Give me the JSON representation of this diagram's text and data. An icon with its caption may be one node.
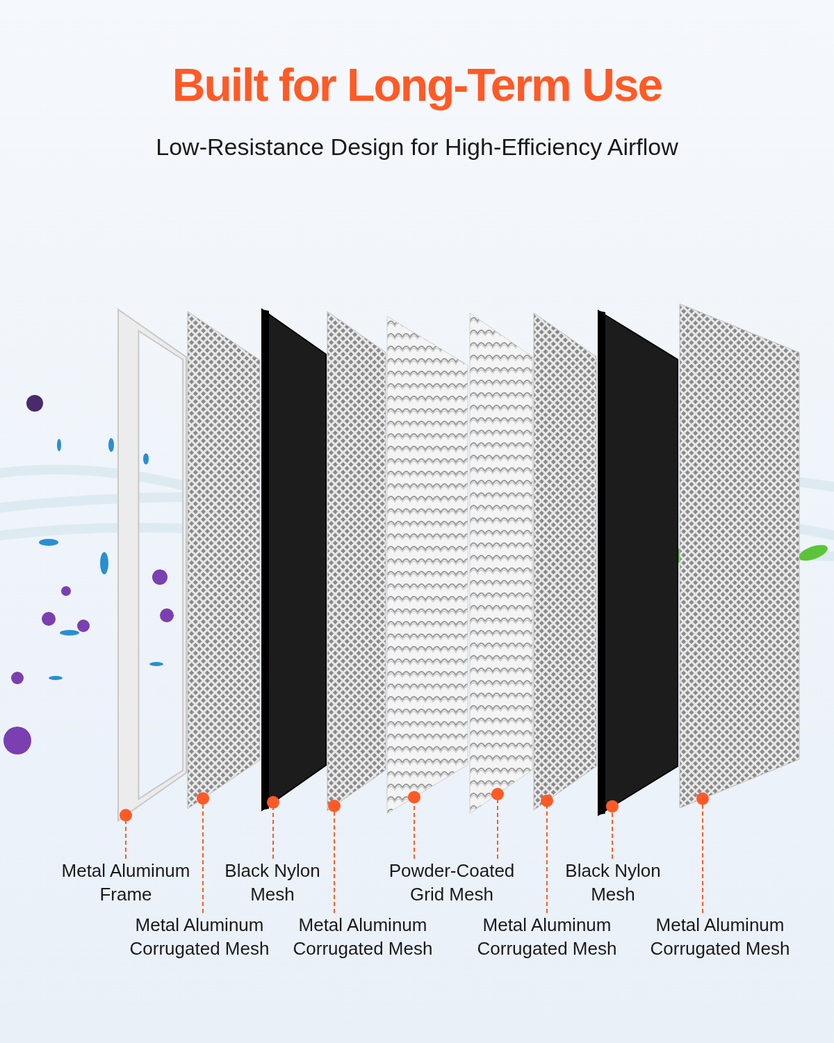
{
  "diagram": {
    "title": "Built for Long-Term Use",
    "nodes": [
      {
        "text": [],
        "shape": "picture"
      },
      {
        "text": [],
        "shape": "picture"
      },
      {
        "text": [],
        "shape": "picture"
      },
      {
        "text": [],
        "shape": "picture"
      },
      {
        "text": [],
        "shape": "picture"
      },
      {
        "text": [],
        "shape": "picture"
      },
      {
        "text": [],
        "shape": "picture"
      },
      {
        "text": [],
        "shape": "picture"
      },
      {
        "text": [],
        "shape": "picture"
      },
      {
        "text": [
          "Metal Aluminum Frame"
        ]
      },
      {
        "text": [
          "Black Nylon Mesh"
        ]
      },
      {
        "text": [
          "Powder-Coated Grid Mesh"
        ]
      },
      {
        "text": [
          "Black Nylon Mesh"
        ]
      },
      {
        "text": [
          "Metal Aluminum Corrugated Mesh"
        ]
      },
      {
        "text": [
          "Metal Aluminum Corrugated Mesh"
        ]
      },
      {
        "text": [
          "Metal Aluminum Corrugated Mesh"
        ]
      },
      {
        "text": [
          "Metal Aluminum Corrugated Mesh"
        ]
      }
    ],
    "edges": [
      {
        "from": 9,
        "to": 0,
        "arrow": "other"
      },
      {
        "from": 13,
        "to": 1,
        "arrow": "other"
      },
      {
        "from": 10,
        "to": 2,
        "arrow": "other"
      },
      {
        "from": 14,
        "to": 3,
        "arrow": "other"
      },
      {
        "from": 11,
        "to": 4,
        "arrow": "other"
      },
      {
        "from": 11,
        "to": 5,
        "arrow": "other"
      },
      {
        "from": 15,
        "to": 6,
        "arrow": "other"
      },
      {
        "from": 12,
        "to": 7,
        "arrow": "other"
      },
      {
        "from": 16,
        "to": 8,
        "arrow": "other"
      }
    ],
    "labels": [
      "Low-Resistance Design for High-Efficiency Airflow"
    ]
  }
}
